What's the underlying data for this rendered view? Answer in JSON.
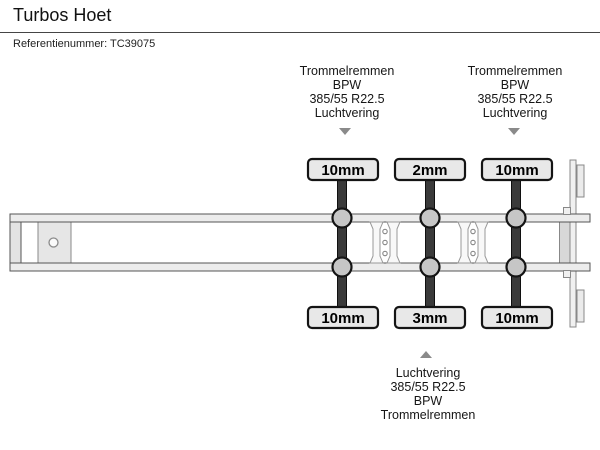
{
  "header": {
    "title": "Turbos Hoet",
    "reference": "Referentienummer: TC39075"
  },
  "axle_specs": {
    "axle1_top": [
      "Trommelremmen",
      "BPW",
      "385/55 R22.5",
      "Luchtvering"
    ],
    "axle3_top": [
      "Trommelremmen",
      "BPW",
      "385/55 R22.5",
      "Luchtvering"
    ],
    "axle2_bottom": [
      "Luchtvering",
      "385/55 R22.5",
      "BPW",
      "Trommelremmen"
    ]
  },
  "tread_depths": {
    "top": [
      "10mm",
      "2mm",
      "10mm"
    ],
    "bottom": [
      "10mm",
      "3mm",
      "10mm"
    ]
  },
  "colors": {
    "axle_bar": "#3a3a3a",
    "hub_fill": "#c6c6c6",
    "box_fill": "#e8e8e8",
    "rail_fill": "#ececec",
    "arrow": "#8a8a8a"
  }
}
